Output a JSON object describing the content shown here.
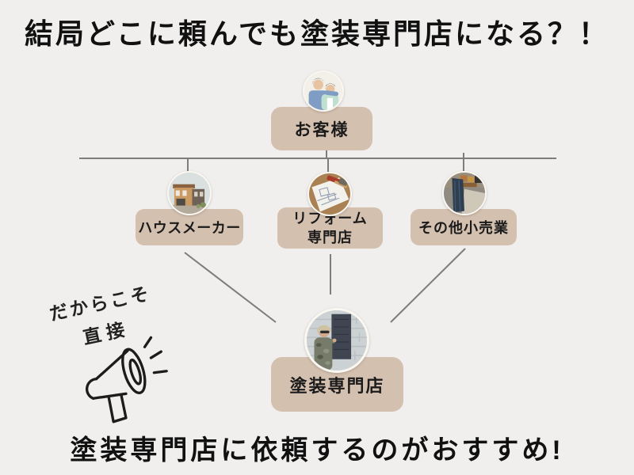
{
  "page": {
    "title": "結局どこに頼んでも塗装専門店になる？！",
    "footer_headline": "塗装専門店に依頼するのがおすすめ!"
  },
  "diagram": {
    "customer": {
      "label": "お客様",
      "photo": "elderly-couple-photo"
    },
    "middle_nodes": [
      {
        "label": "ハウスメーカー",
        "photo": "house-photo"
      },
      {
        "label_line1": "リフォーム",
        "label_line2": "専門店",
        "photo": "blueprint-tools-photo"
      },
      {
        "label": "その他小売業",
        "photo": "retail-store-photo"
      }
    ],
    "painter": {
      "label": "塗装専門店",
      "photo": "painter-at-work-photo"
    }
  },
  "callout": {
    "line1": "だからこそ",
    "line2": "直接",
    "icon": "megaphone-icon"
  },
  "colors": {
    "background": "#f0efed",
    "node_fill": "#d4c0af",
    "connector_line": "#7d7d7d",
    "text": "#1b1b1b"
  }
}
